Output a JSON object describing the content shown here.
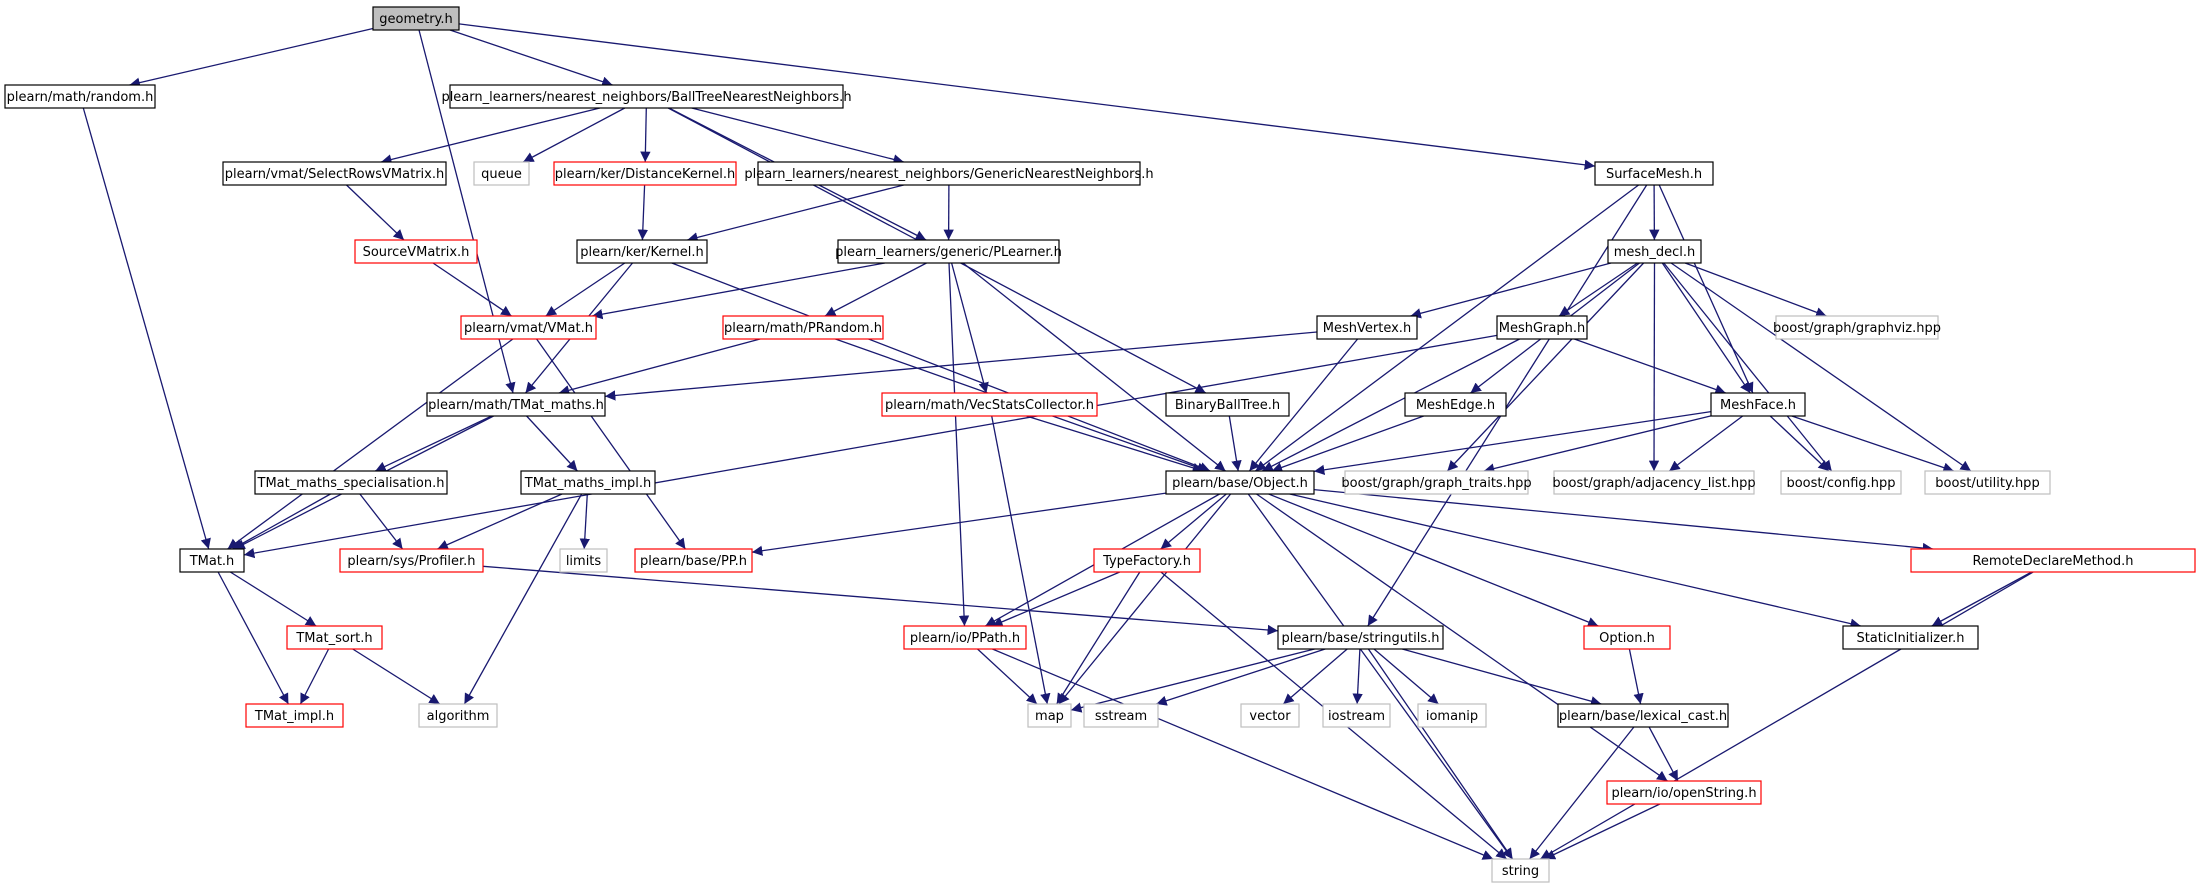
{
  "diagram": {
    "colors": {
      "edge": "#191970",
      "border_normal": "#000000",
      "border_red": "#ff0000",
      "border_gray": "#bfbfbf",
      "fill_root": "#bfbfbf",
      "fill_normal": "#ffffff",
      "text": "#000000"
    },
    "nodes": [
      {
        "id": "geometry",
        "label": "geometry.h",
        "style": "root"
      },
      {
        "id": "random",
        "label": "plearn/math/random.h",
        "style": "normal"
      },
      {
        "id": "btnn",
        "label": "plearn_learners/nearest_neighbors/BallTreeNearestNeighbors.h",
        "style": "normal"
      },
      {
        "id": "surfacemesh",
        "label": "SurfaceMesh.h",
        "style": "normal"
      },
      {
        "id": "selectrows",
        "label": "plearn/vmat/SelectRowsVMatrix.h",
        "style": "normal"
      },
      {
        "id": "queue",
        "label": "queue",
        "style": "gray"
      },
      {
        "id": "distkernel",
        "label": "plearn/ker/DistanceKernel.h",
        "style": "red"
      },
      {
        "id": "gnn",
        "label": "plearn_learners/nearest_neighbors/GenericNearestNeighbors.h",
        "style": "normal"
      },
      {
        "id": "sourcevm",
        "label": "SourceVMatrix.h",
        "style": "red"
      },
      {
        "id": "kernel",
        "label": "plearn/ker/Kernel.h",
        "style": "normal"
      },
      {
        "id": "plearner",
        "label": "plearn_learners/generic/PLearner.h",
        "style": "normal"
      },
      {
        "id": "meshdecl",
        "label": "mesh_decl.h",
        "style": "normal"
      },
      {
        "id": "vmat",
        "label": "plearn/vmat/VMat.h",
        "style": "red"
      },
      {
        "id": "prandom",
        "label": "plearn/math/PRandom.h",
        "style": "red"
      },
      {
        "id": "meshvertex",
        "label": "MeshVertex.h",
        "style": "normal"
      },
      {
        "id": "meshgraph",
        "label": "MeshGraph.h",
        "style": "normal"
      },
      {
        "id": "graphviz",
        "label": "boost/graph/graphviz.hpp",
        "style": "gray"
      },
      {
        "id": "tmatmaths",
        "label": "plearn/math/TMat_maths.h",
        "style": "normal"
      },
      {
        "id": "vecstats",
        "label": "plearn/math/VecStatsCollector.h",
        "style": "red"
      },
      {
        "id": "bbt",
        "label": "BinaryBallTree.h",
        "style": "normal"
      },
      {
        "id": "meshedge",
        "label": "MeshEdge.h",
        "style": "normal"
      },
      {
        "id": "meshface",
        "label": "MeshFace.h",
        "style": "normal"
      },
      {
        "id": "tmspec",
        "label": "TMat_maths_specialisation.h",
        "style": "normal"
      },
      {
        "id": "tmimpl",
        "label": "TMat_maths_impl.h",
        "style": "normal"
      },
      {
        "id": "object",
        "label": "plearn/base/Object.h",
        "style": "normal"
      },
      {
        "id": "graphtraits",
        "label": "boost/graph/graph_traits.hpp",
        "style": "gray"
      },
      {
        "id": "adjlist",
        "label": "boost/graph/adjacency_list.hpp",
        "style": "gray"
      },
      {
        "id": "config",
        "label": "boost/config.hpp",
        "style": "gray"
      },
      {
        "id": "utility",
        "label": "boost/utility.hpp",
        "style": "gray"
      },
      {
        "id": "tmat",
        "label": "TMat.h",
        "style": "normal"
      },
      {
        "id": "profiler",
        "label": "plearn/sys/Profiler.h",
        "style": "red"
      },
      {
        "id": "limits",
        "label": "limits",
        "style": "gray"
      },
      {
        "id": "pp",
        "label": "plearn/base/PP.h",
        "style": "red"
      },
      {
        "id": "typefactory",
        "label": "TypeFactory.h",
        "style": "red"
      },
      {
        "id": "rdm",
        "label": "RemoteDeclareMethod.h",
        "style": "red"
      },
      {
        "id": "tmatsort",
        "label": "TMat_sort.h",
        "style": "red"
      },
      {
        "id": "ppath",
        "label": "plearn/io/PPath.h",
        "style": "red"
      },
      {
        "id": "stringutils",
        "label": "plearn/base/stringutils.h",
        "style": "normal"
      },
      {
        "id": "option",
        "label": "Option.h",
        "style": "red"
      },
      {
        "id": "staticinit",
        "label": "StaticInitializer.h",
        "style": "normal"
      },
      {
        "id": "tmatimplh",
        "label": "TMat_impl.h",
        "style": "red"
      },
      {
        "id": "algorithm",
        "label": "algorithm",
        "style": "gray"
      },
      {
        "id": "map",
        "label": "map",
        "style": "gray"
      },
      {
        "id": "sstream",
        "label": "sstream",
        "style": "gray"
      },
      {
        "id": "vector",
        "label": "vector",
        "style": "gray"
      },
      {
        "id": "iostream",
        "label": "iostream",
        "style": "gray"
      },
      {
        "id": "iomanip",
        "label": "iomanip",
        "style": "gray"
      },
      {
        "id": "lexicalcast",
        "label": "plearn/base/lexical_cast.h",
        "style": "normal"
      },
      {
        "id": "openstring",
        "label": "plearn/io/openString.h",
        "style": "red"
      },
      {
        "id": "string",
        "label": "string",
        "style": "gray"
      }
    ],
    "edges": [
      [
        "geometry",
        "random"
      ],
      [
        "geometry",
        "btnn"
      ],
      [
        "geometry",
        "surfacemesh"
      ],
      [
        "geometry",
        "tmatmaths"
      ],
      [
        "random",
        "tmat"
      ],
      [
        "btnn",
        "selectrows"
      ],
      [
        "btnn",
        "queue"
      ],
      [
        "btnn",
        "distkernel"
      ],
      [
        "btnn",
        "gnn"
      ],
      [
        "btnn",
        "plearner"
      ],
      [
        "btnn",
        "bbt"
      ],
      [
        "surfacemesh",
        "object"
      ],
      [
        "surfacemesh",
        "meshdecl"
      ],
      [
        "surfacemesh",
        "meshface"
      ],
      [
        "surfacemesh",
        "stringutils"
      ],
      [
        "selectrows",
        "sourcevm"
      ],
      [
        "sourcevm",
        "vmat"
      ],
      [
        "distkernel",
        "kernel"
      ],
      [
        "gnn",
        "kernel"
      ],
      [
        "gnn",
        "plearner"
      ],
      [
        "kernel",
        "vmat"
      ],
      [
        "kernel",
        "tmatmaths"
      ],
      [
        "kernel",
        "object"
      ],
      [
        "plearner",
        "vmat"
      ],
      [
        "plearner",
        "prandom"
      ],
      [
        "plearner",
        "vecstats"
      ],
      [
        "plearner",
        "object"
      ],
      [
        "plearner",
        "ppath"
      ],
      [
        "vmat",
        "tmat"
      ],
      [
        "vmat",
        "pp"
      ],
      [
        "prandom",
        "tmatmaths"
      ],
      [
        "prandom",
        "object"
      ],
      [
        "meshdecl",
        "meshvertex"
      ],
      [
        "meshdecl",
        "meshgraph"
      ],
      [
        "meshdecl",
        "meshedge"
      ],
      [
        "meshdecl",
        "meshface"
      ],
      [
        "meshdecl",
        "graphviz"
      ],
      [
        "meshdecl",
        "graphtraits"
      ],
      [
        "meshdecl",
        "adjlist"
      ],
      [
        "meshdecl",
        "config"
      ],
      [
        "meshdecl",
        "utility"
      ],
      [
        "meshvertex",
        "object"
      ],
      [
        "meshvertex",
        "tmatmaths"
      ],
      [
        "meshgraph",
        "tmat"
      ],
      [
        "meshgraph",
        "object"
      ],
      [
        "meshgraph",
        "meshface"
      ],
      [
        "meshedge",
        "object"
      ],
      [
        "meshface",
        "object"
      ],
      [
        "meshface",
        "graphtraits"
      ],
      [
        "meshface",
        "adjlist"
      ],
      [
        "meshface",
        "config"
      ],
      [
        "meshface",
        "utility"
      ],
      [
        "tmatmaths",
        "tmat"
      ],
      [
        "tmatmaths",
        "tmspec"
      ],
      [
        "tmatmaths",
        "tmimpl"
      ],
      [
        "vecstats",
        "object"
      ],
      [
        "vecstats",
        "map"
      ],
      [
        "bbt",
        "object"
      ],
      [
        "tmspec",
        "tmat"
      ],
      [
        "tmspec",
        "profiler"
      ],
      [
        "tmimpl",
        "profiler"
      ],
      [
        "tmimpl",
        "limits"
      ],
      [
        "tmimpl",
        "algorithm"
      ],
      [
        "object",
        "pp"
      ],
      [
        "object",
        "typefactory"
      ],
      [
        "object",
        "ppath"
      ],
      [
        "object",
        "map"
      ],
      [
        "object",
        "string"
      ],
      [
        "object",
        "option"
      ],
      [
        "object",
        "staticinit"
      ],
      [
        "object",
        "rdm"
      ],
      [
        "object",
        "openstring"
      ],
      [
        "tmat",
        "tmatsort"
      ],
      [
        "tmat",
        "tmatimplh"
      ],
      [
        "tmatsort",
        "tmatimplh"
      ],
      [
        "tmatsort",
        "algorithm"
      ],
      [
        "profiler",
        "stringutils"
      ],
      [
        "typefactory",
        "ppath"
      ],
      [
        "typefactory",
        "map"
      ],
      [
        "typefactory",
        "string"
      ],
      [
        "ppath",
        "map"
      ],
      [
        "ppath",
        "string"
      ],
      [
        "stringutils",
        "map"
      ],
      [
        "stringutils",
        "sstream"
      ],
      [
        "stringutils",
        "vector"
      ],
      [
        "stringutils",
        "iostream"
      ],
      [
        "stringutils",
        "iomanip"
      ],
      [
        "stringutils",
        "lexicalcast"
      ],
      [
        "stringutils",
        "string"
      ],
      [
        "option",
        "lexicalcast"
      ],
      [
        "rdm",
        "staticinit"
      ],
      [
        "rdm",
        "string"
      ],
      [
        "lexicalcast",
        "openstring"
      ],
      [
        "lexicalcast",
        "string"
      ],
      [
        "openstring",
        "string"
      ]
    ]
  }
}
